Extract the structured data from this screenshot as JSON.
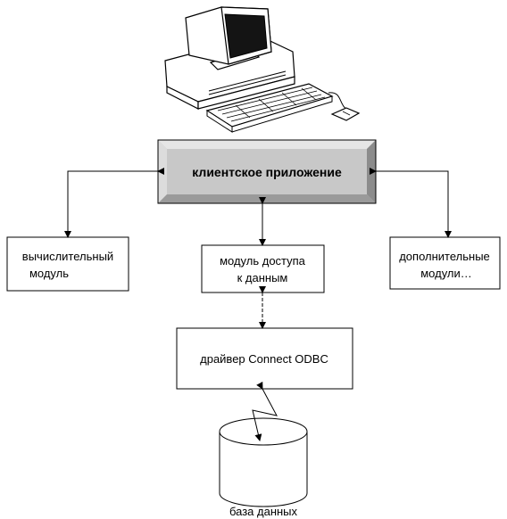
{
  "diagram": {
    "client_app": "клиентское приложение",
    "compute_module": {
      "line1": "вычислительный",
      "line2": "модуль"
    },
    "access_module": {
      "line1": "модуль доступа",
      "line2": "к данным"
    },
    "extra_modules": {
      "line1": "дополнительные",
      "line2": "модули…"
    },
    "driver": "драйвер Connect ODBC",
    "database": "база данных"
  },
  "colors": {
    "bevel_face": "#c8c8c8",
    "bevel_light": "#e6e6e6",
    "bevel_dark": "#8c8c8c",
    "screen": "#141414",
    "stroke": "#000000"
  },
  "icons": {
    "computer": "computer-icon",
    "database": "database-cylinder-icon",
    "network_link": "network-link-icon"
  }
}
